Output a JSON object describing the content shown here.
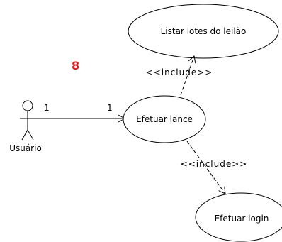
{
  "diagram": {
    "marker": "8",
    "actor": {
      "name": "Usuário"
    },
    "use_cases": {
      "listar": {
        "label": "Listar lotes do leilão"
      },
      "lance": {
        "label": "Efetuar lance"
      },
      "login": {
        "label": "Efetuar login"
      }
    },
    "association": {
      "actor_multiplicity": "1",
      "usecase_multiplicity": "1"
    },
    "includes": [
      {
        "label": "<<include>>"
      },
      {
        "label": "<<include>>"
      }
    ],
    "colors": {
      "stroke": "#000000",
      "marker": "#d42020",
      "background": "#ffffff"
    }
  }
}
